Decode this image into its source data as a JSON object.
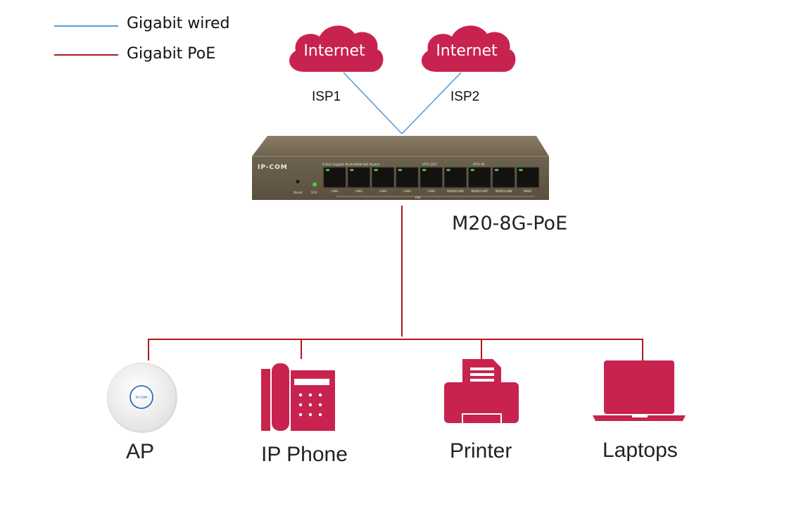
{
  "legend": {
    "wired_label": "Gigabit wired",
    "poe_label": "Gigabit PoE"
  },
  "colors": {
    "wired": "#5b9bd5",
    "poe": "#b4161d",
    "accent": "#c8234f",
    "router_body": "#6b5f4a"
  },
  "clouds": [
    {
      "label": "Internet",
      "isp": "ISP1"
    },
    {
      "label": "Internet",
      "isp": "ISP2"
    }
  ],
  "router": {
    "model": "M20-8G-PoE",
    "brand": "IP-COM",
    "panel_title": "9-Port Gigabit  Multi-WAN PoE Router",
    "iptv_out": "IPTV OUT",
    "iptv_in": "IPTV IN",
    "reset": "Reset",
    "sys": "SYS",
    "poe": "PoE",
    "ports": [
      "LAN1",
      "LAN2",
      "LAN3",
      "LAN4",
      "LAN5",
      "WAN4/LAN6",
      "WAN3/LAN7",
      "WAN2/LAN8",
      "WAN1"
    ]
  },
  "ap_logo": "IP-COM",
  "devices": [
    {
      "label": "AP",
      "icon": "access-point-icon"
    },
    {
      "label": "IP Phone",
      "icon": "ip-phone-icon"
    },
    {
      "label": "Printer",
      "icon": "printer-icon"
    },
    {
      "label": "Laptops",
      "icon": "laptop-icon"
    }
  ]
}
